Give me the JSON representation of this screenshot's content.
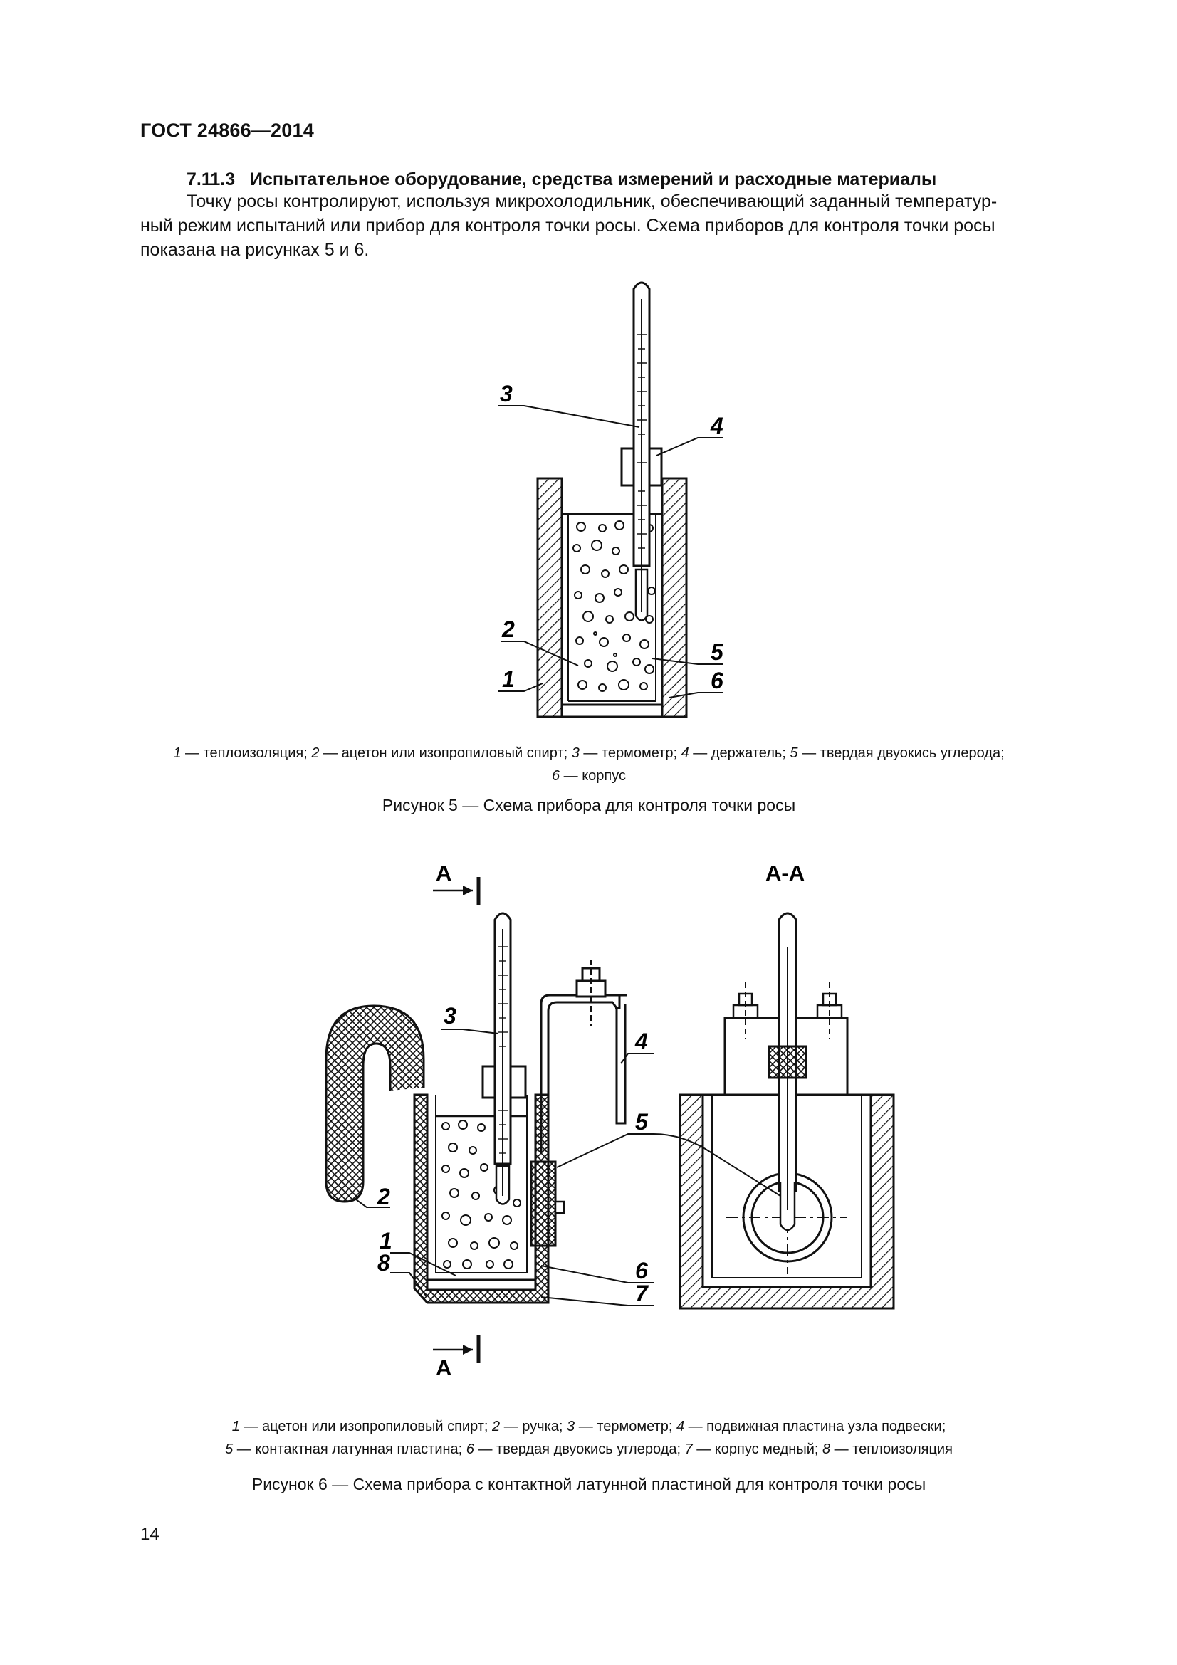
{
  "header": {
    "doc_code": "ГОСТ 24866—2014"
  },
  "section": {
    "number": "7.11.3",
    "title": "Испытательное оборудование, средства измерений и расходные материалы"
  },
  "paragraph": {
    "line1": "Точку росы контролируют, используя микрохолодильник, обеспечивающий заданный температур-",
    "line2": "ный режим испытаний или прибор для контроля точки росы. Схема приборов для контроля точки росы",
    "line3": "показана на рисунках 5 и 6."
  },
  "figure5": {
    "labels": {
      "l1": "1",
      "l2": "2",
      "l3": "3",
      "l4": "4",
      "l5": "5",
      "l6": "6"
    },
    "legend": {
      "i1": "1",
      "t1": " — теплоизоляция; ",
      "i2": "2",
      "t2": " — ацетон или изопропиловый спирт; ",
      "i3": "3",
      "t3": " — термометр; ",
      "i4": "4",
      "t4": " — держатель; ",
      "i5": "5",
      "t5": " — твердая двуокись углерода;",
      "i6": "6",
      "t6": " — корпус"
    },
    "title": "Рисунок  5 — Схема прибора для контроля точки росы"
  },
  "figure6": {
    "section_marks": {
      "a_top": "A",
      "a_bottom": "A",
      "aa": "A-A"
    },
    "labels": {
      "l1": "1",
      "l2": "2",
      "l3": "3",
      "l4": "4",
      "l5": "5",
      "l6": "6",
      "l7": "7",
      "l8": "8"
    },
    "legend": {
      "i1": "1",
      "t1": " — ацетон или изопропиловый спирт; ",
      "i2": "2",
      "t2": " — ручка; ",
      "i3": "3",
      "t3": " — термометр; ",
      "i4": "4",
      "t4": " — подвижная пластина узла подвески;",
      "i5": "5",
      "t5": " — контактная латунная пластина; ",
      "i6": "6",
      "t6": " — твердая двуокись углерода; ",
      "i7": "7",
      "t7": " — корпус медный; ",
      "i8": "8",
      "t8": " — теплоизоляция"
    },
    "title": "Рисунок  6 — Схема прибора с контактной латунной пластиной для контроля точки росы"
  },
  "page_number": "14"
}
